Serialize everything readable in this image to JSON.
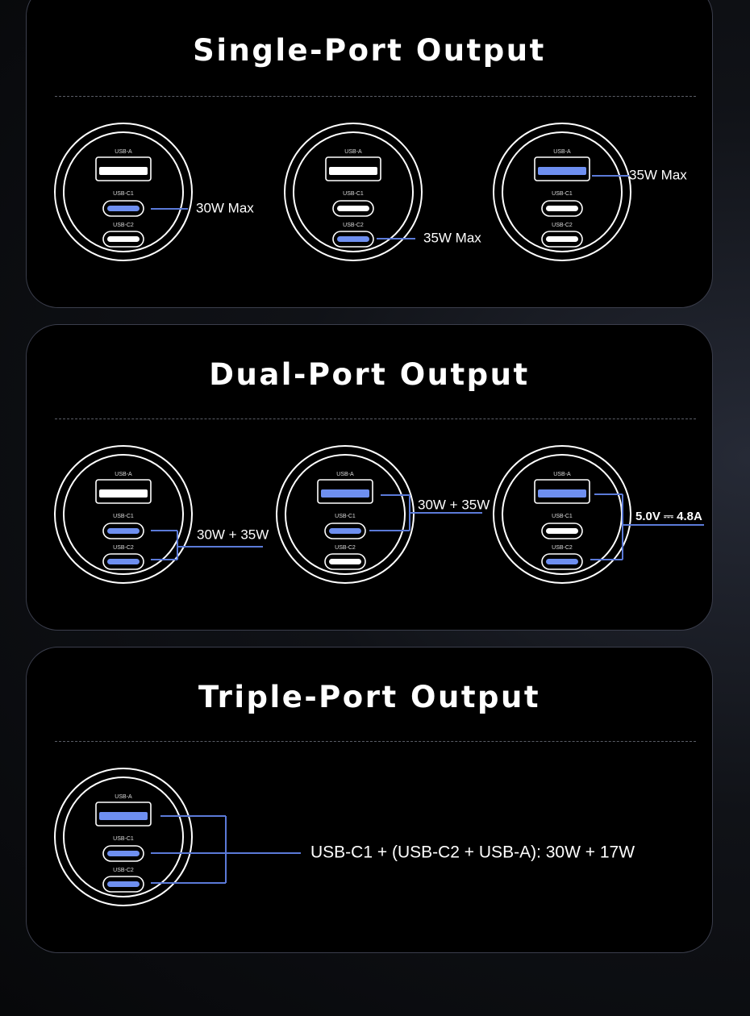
{
  "sections": [
    {
      "title": "Single-Port Output",
      "chargers": [
        {
          "active": [
            "C1"
          ],
          "label": "30W Max"
        },
        {
          "active": [
            "C2"
          ],
          "label": "35W Max"
        },
        {
          "active": [
            "A"
          ],
          "label": "35W Max"
        }
      ]
    },
    {
      "title": "Dual-Port Output",
      "chargers": [
        {
          "active": [
            "C1",
            "C2"
          ],
          "label": "30W + 35W"
        },
        {
          "active": [
            "A",
            "C1"
          ],
          "label": "30W + 35W"
        },
        {
          "active": [
            "A",
            "C2"
          ],
          "label": "5.0V ⎓ 4.8A"
        }
      ]
    },
    {
      "title": "Triple-Port Output",
      "chargers": [
        {
          "active": [
            "A",
            "C1",
            "C2"
          ],
          "label": "USB-C1 + (USB-C2 + USB-A): 30W + 17W"
        }
      ]
    }
  ],
  "port_labels": {
    "A": "USB-A",
    "C1": "USB-C1",
    "C2": "USB-C2"
  },
  "colors": {
    "active": "#6e8ff0",
    "inactive": "#ffffff",
    "line": "#5b7ad8"
  }
}
